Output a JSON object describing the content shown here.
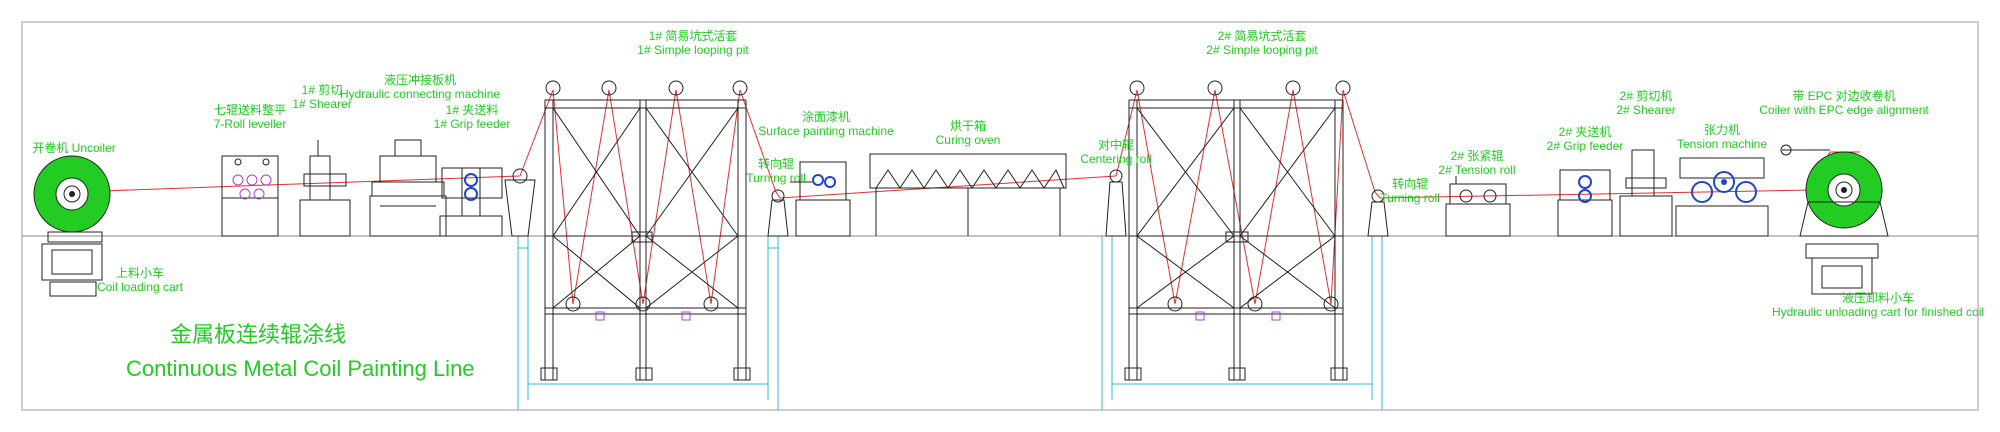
{
  "colors": {
    "label": "#22cc22",
    "strip": "#e03030",
    "machine": "#202020",
    "pit": "#33bbdd",
    "coil": "#22cc22",
    "motor": "#2244cc",
    "accent": "#aa44cc"
  },
  "title": {
    "cn": "金属板连续辊涂线",
    "en": "Continuous Metal Coil Painting Line"
  },
  "equipment": [
    {
      "id": "uncoiler",
      "cn": "开卷机",
      "en": "Uncoiler",
      "single_line": true
    },
    {
      "id": "coil-loading-cart",
      "cn": "上料小车",
      "en": "Coil loading cart"
    },
    {
      "id": "roll-leveller",
      "cn": "七辊送料整平",
      "en": "7-Roll leveller"
    },
    {
      "id": "shearer-1",
      "cn": "1# 剪切",
      "en": "1# Shearer"
    },
    {
      "id": "hydraulic-connecting",
      "cn": "液压冲接板机",
      "en": "Hydraulic connecting machine"
    },
    {
      "id": "grip-feeder-1",
      "cn": "1# 夹送料",
      "en": "1# Grip feeder"
    },
    {
      "id": "looping-pit-1",
      "cn": "1# 简易坑式活套",
      "en": "1# Simple looping pit"
    },
    {
      "id": "turning-roll-1",
      "cn": "转向辊",
      "en": "Turning roll"
    },
    {
      "id": "surface-painting",
      "cn": "涂面漆机",
      "en": "Surface painting machine"
    },
    {
      "id": "curing-oven",
      "cn": "烘干箱",
      "en": "Curing oven"
    },
    {
      "id": "centering-roll",
      "cn": "对中辊",
      "en": "Centering roll"
    },
    {
      "id": "looping-pit-2",
      "cn": "2# 简易坑式活套",
      "en": "2# Simple looping pit"
    },
    {
      "id": "turning-roll-2",
      "cn": "转向辊",
      "en": "Turning roll"
    },
    {
      "id": "tension-roll-2",
      "cn": "2# 张紧辊",
      "en": "2# Tension roll"
    },
    {
      "id": "grip-feeder-2",
      "cn": "2# 夹送机",
      "en": "2# Grip feeder"
    },
    {
      "id": "shearer-2",
      "cn": "2# 剪切机",
      "en": "2# Shearer"
    },
    {
      "id": "tension-machine",
      "cn": "张力机",
      "en": "Tension machine"
    },
    {
      "id": "epc-coiler",
      "cn": "带 EPC 对边收卷机",
      "en": "Coiler with EPC edge alignment"
    },
    {
      "id": "unloading-cart",
      "cn": "液压卸料小车",
      "en": "Hydraulic unloading cart for finished coil"
    }
  ]
}
